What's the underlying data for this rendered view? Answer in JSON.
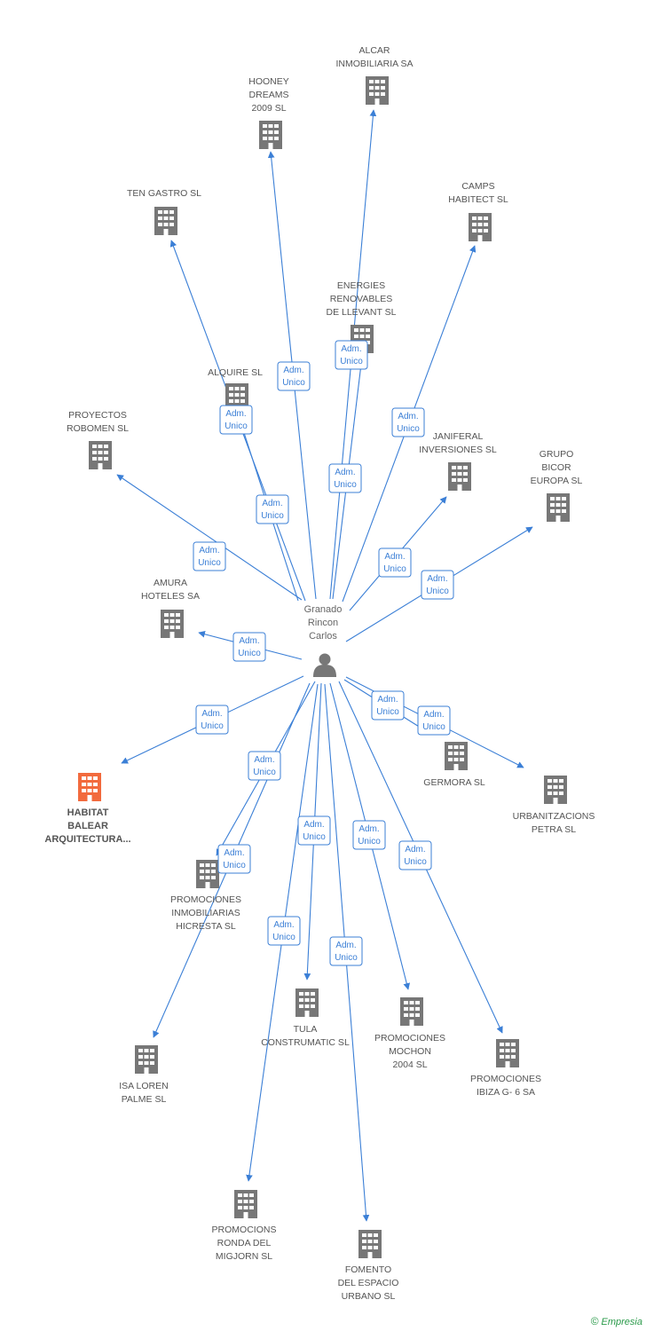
{
  "center": {
    "name_lines": [
      "Granado",
      "Rincon",
      "Carlos"
    ],
    "icon": "person-icon"
  },
  "edge_label_lines": [
    "Adm.",
    "Unico"
  ],
  "colors": {
    "edge": "#3b7fd6",
    "company_icon": "#777777",
    "focus_icon": "#f26a3d",
    "person_icon": "#777777",
    "label_border": "#3b7fd6"
  },
  "companies": [
    {
      "id": "alcar",
      "lines": [
        "ALCAR",
        "INMOBILIARIA SA"
      ],
      "focus": false
    },
    {
      "id": "hooney",
      "lines": [
        "HOONEY",
        "DREAMS",
        "2009 SL"
      ],
      "focus": false
    },
    {
      "id": "tengastro",
      "lines": [
        "TEN GASTRO SL"
      ],
      "focus": false
    },
    {
      "id": "camps",
      "lines": [
        "CAMPS",
        "HABITECT SL"
      ],
      "focus": false
    },
    {
      "id": "energies",
      "lines": [
        "ENERGIES",
        "RENOVABLES",
        "DE LLEVANT SL"
      ],
      "focus": false
    },
    {
      "id": "alquire",
      "lines": [
        "ALQUIRE SL"
      ],
      "focus": false
    },
    {
      "id": "proyectos",
      "lines": [
        "PROYECTOS",
        "ROBOMEN SL"
      ],
      "focus": false
    },
    {
      "id": "janiferal",
      "lines": [
        "JANIFERAL",
        "INVERSIONES SL"
      ],
      "focus": false
    },
    {
      "id": "grupo",
      "lines": [
        "GRUPO",
        "BICOR",
        "EUROPA SL"
      ],
      "focus": false
    },
    {
      "id": "amura",
      "lines": [
        "AMURA",
        "HOTELES SA"
      ],
      "focus": false
    },
    {
      "id": "habitat",
      "lines": [
        "HABITAT",
        "BALEAR",
        "ARQUITECTURA..."
      ],
      "focus": true
    },
    {
      "id": "germora",
      "lines": [
        "GERMORA SL"
      ],
      "focus": false
    },
    {
      "id": "urbanitzacions",
      "lines": [
        "URBANITZACIONS",
        "PETRA SL"
      ],
      "focus": false
    },
    {
      "id": "hicresta",
      "lines": [
        "PROMOCIONES",
        "INMOBILIARIAS",
        "HICRESTA SL"
      ],
      "focus": false
    },
    {
      "id": "tula",
      "lines": [
        "TULA",
        "CONSTRUMATIC SL"
      ],
      "focus": false
    },
    {
      "id": "mochon",
      "lines": [
        "PROMOCIONES",
        "MOCHON",
        "2004 SL"
      ],
      "focus": false
    },
    {
      "id": "ibiza",
      "lines": [
        "PROMOCIONES",
        "IBIZA G- 6 SA"
      ],
      "focus": false
    },
    {
      "id": "isaloren",
      "lines": [
        "ISA LOREN",
        "PALME SL"
      ],
      "focus": false
    },
    {
      "id": "ronda",
      "lines": [
        "PROMOCIONS",
        "RONDA DEL",
        "MIGJORN SL"
      ],
      "focus": false
    },
    {
      "id": "fomento",
      "lines": [
        "FOMENTO",
        "DEL ESPACIO",
        "URBANO SL"
      ],
      "focus": false
    }
  ],
  "footer": {
    "copyright": "©",
    "brand": "Empresia"
  }
}
